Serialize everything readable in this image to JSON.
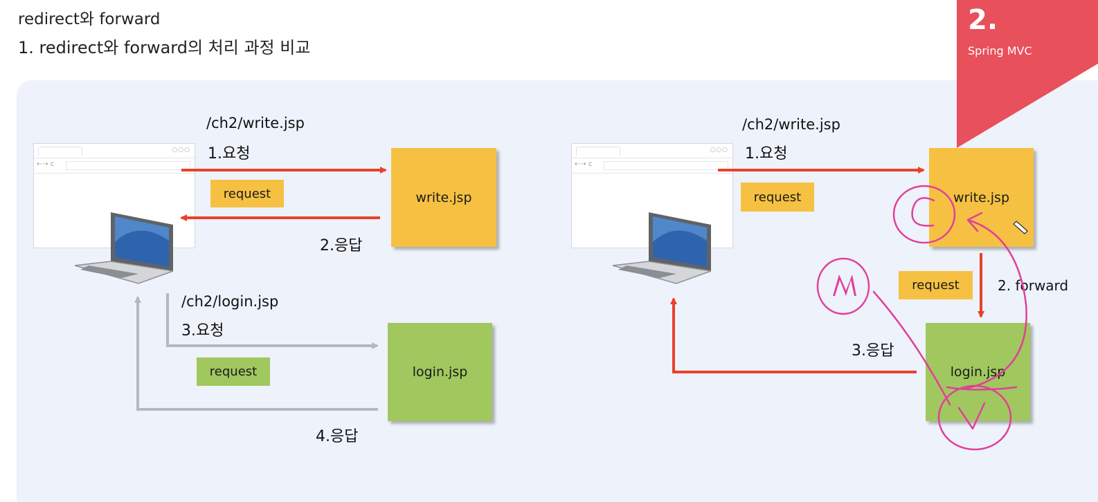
{
  "header": {
    "title": "redirect와 forward",
    "subtitle": "1. redirect와 forward의 처리 과정 비교"
  },
  "badge": {
    "number": "2.",
    "label": "Spring MVC",
    "color": "#e8505b"
  },
  "colors": {
    "arrow_red": "#e8412c",
    "arrow_gray": "#b4b8bf",
    "box_yellow": "#f6c142",
    "box_green": "#a1c75f",
    "pen_pink": "#e0409a",
    "panel_bg": "#eef2fb"
  },
  "redirect": {
    "path1": "/ch2/write.jsp",
    "step1": "1.요청",
    "request1": "request",
    "box1": "write.jsp",
    "step2": "2.응답",
    "path2": "/ch2/login.jsp",
    "step3": "3.요청",
    "request2": "request",
    "box2": "login.jsp",
    "step4": "4.응답"
  },
  "forward": {
    "path1": "/ch2/write.jsp",
    "step1": "1.요청",
    "request1": "request",
    "box1": "write.jsp",
    "request2": "request",
    "step2": "2. forward",
    "box2": "login.jsp",
    "step3": "3.응답"
  },
  "annotations": {
    "m": "M"
  }
}
